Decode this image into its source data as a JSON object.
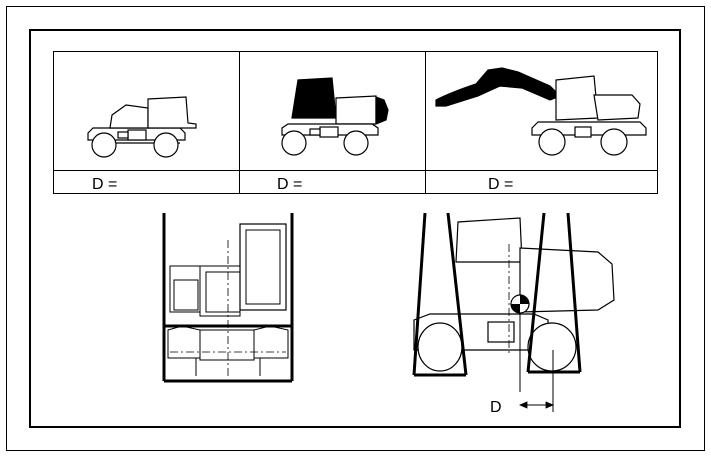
{
  "table": {
    "cells": [
      {
        "label": "D ="
      },
      {
        "label": "D ="
      },
      {
        "label": "D ="
      }
    ]
  },
  "dimension": {
    "label": "D"
  },
  "colors": {
    "ink": "#000000",
    "paper": "#ffffff"
  }
}
